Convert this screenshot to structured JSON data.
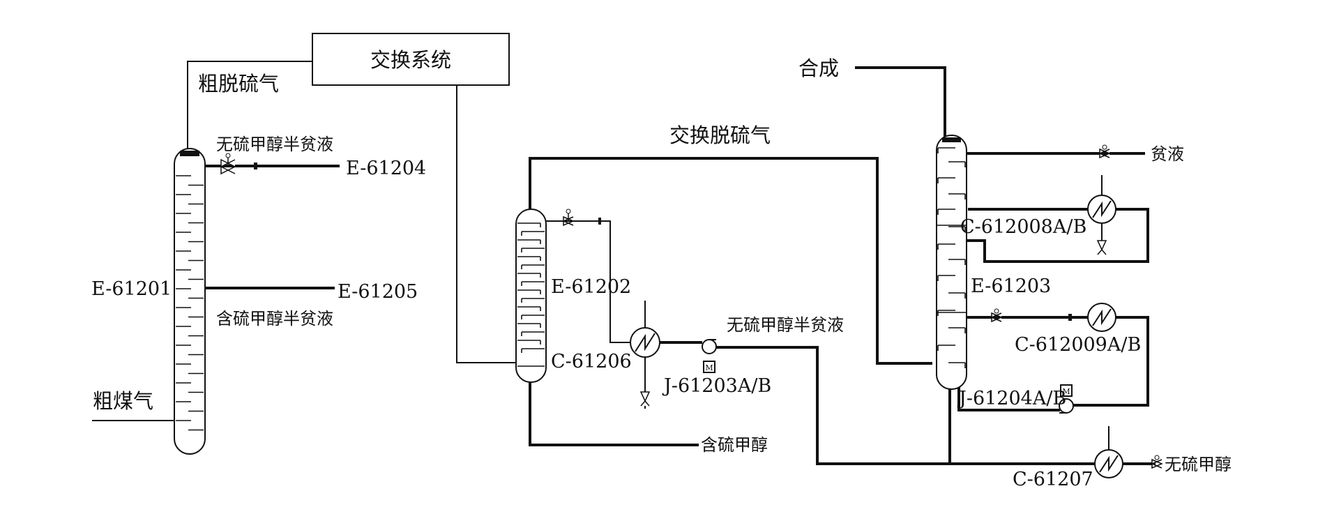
{
  "labels": {
    "exchange_system": "交换系统",
    "crude_desulf_gas": "粗脱硫气",
    "sulfur_free_semi_lean_top": "无硫甲醇半贫液",
    "e61204": "E-61204",
    "e61201": "E-61201",
    "e61205": "E-61205",
    "sulfur_semi_lean": "含硫甲醇半贫液",
    "crude_coal_gas": "粗煤气",
    "exchange_desulf_gas": "交换脱硫气",
    "e61202": "E-61202",
    "c61206": "C-61206",
    "j61203": "J-61203A/B",
    "sulfur_free_semi_lean_mid": "无硫甲醇半贫液",
    "sulfur_methanol": "含硫甲醇",
    "synthesis": "合成",
    "lean_liquid": "贫液",
    "c612008": "C-612008A/B",
    "e61203": "E-61203",
    "c612009": "C-612009A/B",
    "j61204": "J-61204A/B",
    "c61207": "C-61207",
    "sulfur_free_methanol": "无硫甲醇"
  },
  "icons": {
    "valve": "valve-icon",
    "heat_exchanger": "heat-exchanger-icon",
    "pump": "pump-icon",
    "motor": "motor-icon"
  },
  "colors": {
    "line": "#111111",
    "background": "#ffffff"
  }
}
